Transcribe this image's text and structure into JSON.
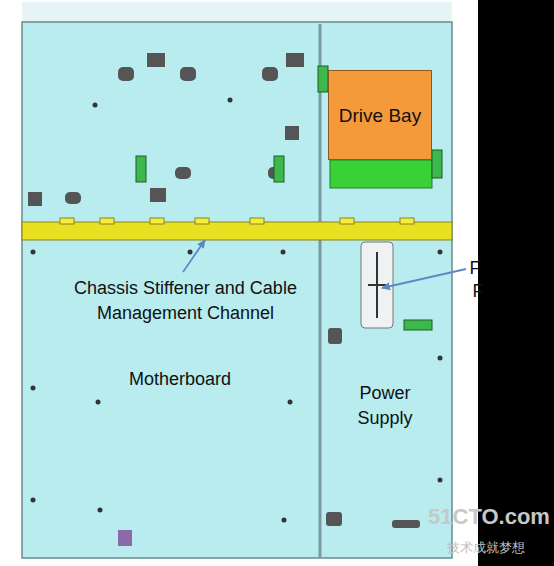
{
  "diagram": {
    "nodes": [
      {
        "text": [
          "Drive Bay"
        ]
      }
    ],
    "labels": [
      "Chassis Stiffener and Cable Management Channel",
      "Motherboard",
      "Power Supply",
      "F",
      "F",
      "51CTO.com",
      "技术成就梦想"
    ]
  }
}
